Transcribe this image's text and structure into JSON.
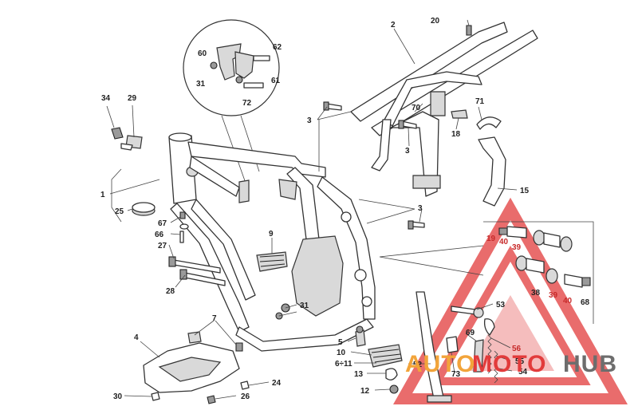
{
  "diagram": {
    "callouts": {
      "c1": "1",
      "c2": "2",
      "c3a": "3",
      "c3b": "3",
      "c3c": "3",
      "c4": "4",
      "c5": "5",
      "c6_11": "6÷11",
      "c7": "7",
      "c9": "9",
      "c10": "10",
      "c12": "12",
      "c13": "13",
      "c15": "15",
      "c18": "18",
      "c19": "19",
      "c20": "20",
      "c24": "24",
      "c25": "25",
      "c26": "26",
      "c27": "27",
      "c28": "28",
      "c29": "29",
      "c30": "30",
      "c31a": "31",
      "c31b": "31",
      "c34": "34",
      "c38": "38",
      "c39a": "39",
      "c39b": "39",
      "c40a": "40",
      "c40b": "40",
      "c52": "52",
      "c53": "53",
      "c54": "54",
      "c55": "55",
      "c56": "56",
      "c60": "60",
      "c61": "61",
      "c62": "62",
      "c66": "66",
      "c67": "67",
      "c68": "68",
      "c69": "69",
      "c70": "70",
      "c71": "71",
      "c72": "72",
      "c73": "73"
    }
  },
  "watermark": {
    "part1": "AUTO",
    "part2": "MOTO",
    "part3": "HUB",
    "colors": {
      "red": "#e23b3b",
      "orange": "#f2a43a",
      "gray": "#6d6d6d"
    }
  }
}
